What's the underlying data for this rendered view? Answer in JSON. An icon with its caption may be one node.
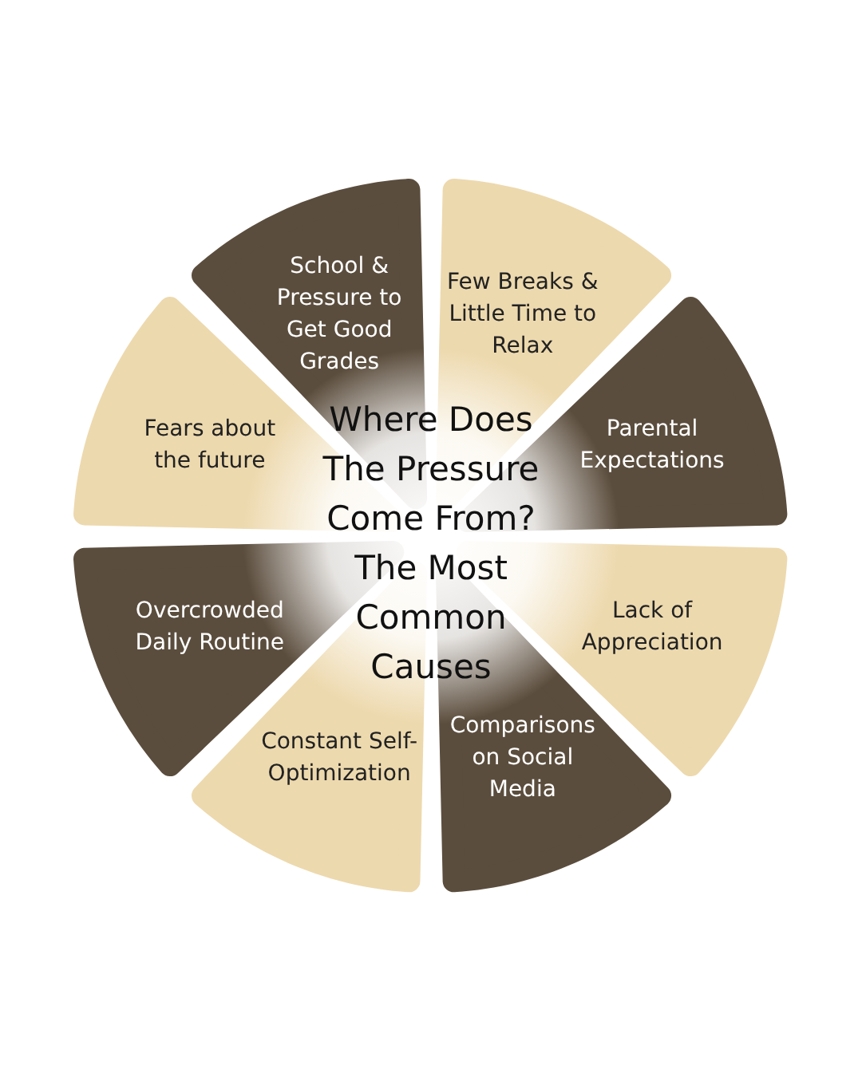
{
  "diagram": {
    "title": "Where Does The Pressure Come From? The Most Common Causes",
    "nodes": [
      {
        "text": [
          "School & Pressure to Get Good Grades"
        ]
      },
      {
        "text": [
          "Few Breaks & Little Time to Relax"
        ]
      },
      {
        "text": [
          "Parental Expectations"
        ]
      },
      {
        "text": [
          "Lack of Appreciation"
        ]
      },
      {
        "text": [
          "Comparisons on Social Media"
        ]
      },
      {
        "text": [
          "Constant Self-Optimization"
        ]
      },
      {
        "text": [
          "Overcrowded Daily Routine"
        ]
      },
      {
        "text": [
          "Fears about the future"
        ]
      }
    ]
  }
}
